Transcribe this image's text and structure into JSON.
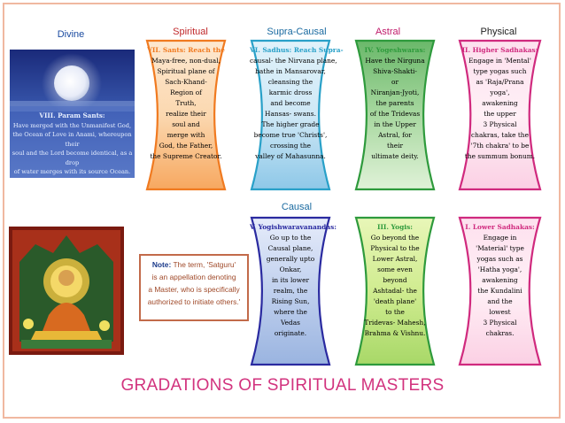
{
  "headers": {
    "divine": "Divine",
    "spiritual": "Spiritual",
    "supra_causal": "Supra-Causal",
    "astral": "Astral",
    "physical": "Physical",
    "causal": "Causal"
  },
  "divine_card": {
    "lines": [
      "VIII. Param Sants:",
      "Have merged with the Unmanifest God,",
      "the Ocean of Love in Anami, whereupon their",
      "soul and the Lord become identical, as a drop",
      "of water merges with its source Ocean."
    ]
  },
  "cards": {
    "spiritual": [
      "VII. Sants: Reach the",
      "Maya-free, non-dual,",
      "Spiritual plane of",
      "Sach-Khand-",
      "Region of",
      "Truth,",
      "realize their",
      "soul and",
      "merge with",
      "God, the Father,",
      "the Supreme Creator."
    ],
    "supra_causal": [
      "VI. Sadhus: Reach Supra-",
      "causal- the Nirvana plane,",
      "bathe in Mansarovar,",
      "cleansing the",
      "karmic dross",
      "and become",
      "Hansas- swans.",
      "The higher grade",
      "become true 'Christs',",
      "crossing the",
      "valley of Mahasunna."
    ],
    "astral": [
      "IV. Yogeshwaras:",
      "Have the Nirguna",
      "Shiva-Shakti-",
      "or",
      "Niranjan-Jyoti,",
      "the parents",
      "of the Tridevas",
      "in the Upper",
      "Astral, for",
      "their",
      "ultimate deity."
    ],
    "physical_higher": [
      "II. Higher Sadhakas:",
      "Engage in 'Mental'",
      "type yogas such",
      "as 'Raja/Prana",
      "yoga',",
      "awakening",
      "the upper",
      "3 Physical",
      "chakras, take the",
      "'7th chakra' to be",
      "the summum bonum."
    ],
    "causal": [
      "V. Yogishwaravanandas:",
      "Go up to the",
      "Causal plane,",
      "generally upto",
      "Onkar,",
      "in its lower",
      "realm, the",
      "Rising Sun,",
      "where the",
      "Vedas",
      "originate."
    ],
    "astral_lower": [
      "III. Yogis:",
      "Go beyond the",
      "Physical to the",
      "Lower Astral,",
      "some even",
      "beyond",
      "Ashtadal- the",
      "'death plane'",
      "to the",
      "Tridevas- Mahesh,",
      "Brahma & Vishnu."
    ],
    "physical_lower": [
      "I. Lower Sadhakas:",
      "Engage in",
      "'Material' type",
      "yogas such as",
      "'Hatha yoga',",
      "awakening",
      "the Kundalini",
      "and the",
      "lowest",
      "3 Physical",
      "chakras."
    ]
  },
  "note": {
    "label": "Note:",
    "line1": "The term, 'Satguru'",
    "line2": "is an appellation denoting",
    "line3": "a Master, who is specifically",
    "line4": "authorized to initiate others.'"
  },
  "title": "GRADATIONS OF SPIRITUAL MASTERS",
  "colors": {
    "spiritual": "#f07a20",
    "supra_causal": "#28a0c8",
    "astral": "#2e9a3c",
    "physical": "#d02a7e",
    "causal": "#2a2aa0",
    "header_divine": "#1a4aa0",
    "header_spiritual": "#c0282a",
    "header_supra": "#1a6aa0",
    "header_astral": "#c01a6a",
    "title": "#d2337e"
  }
}
